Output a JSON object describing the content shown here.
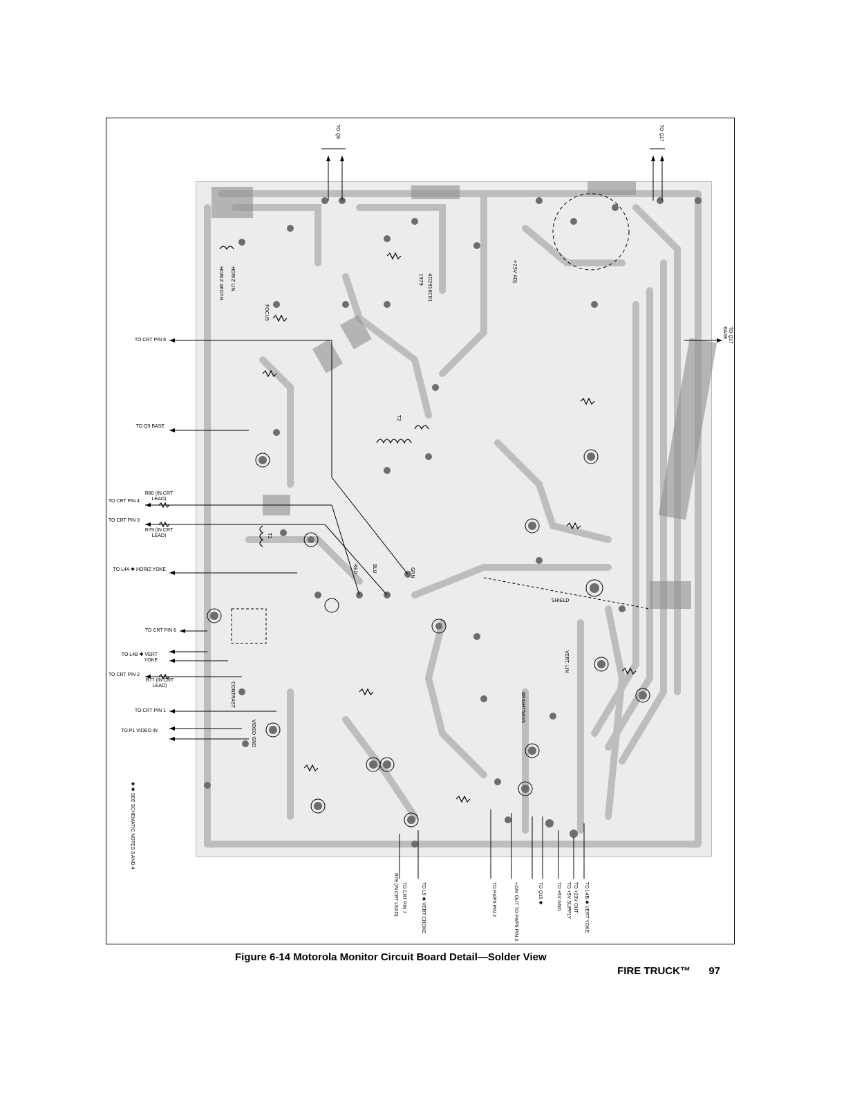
{
  "figure": {
    "caption": "Figure 6-14  Motorola Monitor Circuit Board Detail—Solder View",
    "book_title": "FIRE TRUCK™",
    "page_number": "97",
    "note": "✱ ✱ SEE SCHEMATIC NOTES 3 AND 4"
  },
  "left_labels": [
    {
      "text": "TO CRT PIN 8",
      "y": 0
    },
    {
      "text": "TO Q9 BASE",
      "y": 1
    },
    {
      "text": "R80 (IN CRT LEAD)",
      "y": 2
    },
    {
      "text": "TO CRT PIN 4",
      "y": 3
    },
    {
      "text": "TO CRT PIN 3",
      "y": 4
    },
    {
      "text": "R79 (IN CRT LEAD)",
      "y": 5
    },
    {
      "text": "TO L4A ✱ HORIZ YOKE",
      "y": 6
    },
    {
      "text": "TO CRT PIN 6",
      "y": 7
    },
    {
      "text": "TO L4B ✱ VERT YOKE",
      "y": 8
    },
    {
      "text": "TO CRT PIN 2",
      "y": 9
    },
    {
      "text": "R77 (IN CRT LEAD)",
      "y": 10
    },
    {
      "text": "TO CRT PIN 1",
      "y": 11
    },
    {
      "text": "TO P1 VIDEO IN",
      "y": 12
    }
  ],
  "top_labels": [
    "TO Q8",
    "TO Q17"
  ],
  "right_labels": [
    "TO Q17 BASE"
  ],
  "bottom_labels": [
    "TO CRT PIN 7",
    "R78 (IN CRT LEAD)",
    "TO L5 ✱ VERT CHOKE",
    "TO P4/P5 PIN 2",
    "+23V OUT TO P4/P5 PIN 3",
    "TO Q15 ✱",
    "TO +5V GND",
    "TO +5V SUPPLY",
    "TO +23V OUT",
    "TO L4B ✱ VERT YOKE"
  ],
  "board_labels": [
    "T2",
    "T1",
    "FOCUS",
    "HORIZ WIDTH",
    "HORIZ LIN",
    "+23V ADJ.",
    "VERT. LIN",
    "SHIELD",
    "BLU",
    "GRN",
    "RED",
    "VIDEO",
    "GND",
    "CONTRAST",
    "BRIGHTNESS"
  ]
}
